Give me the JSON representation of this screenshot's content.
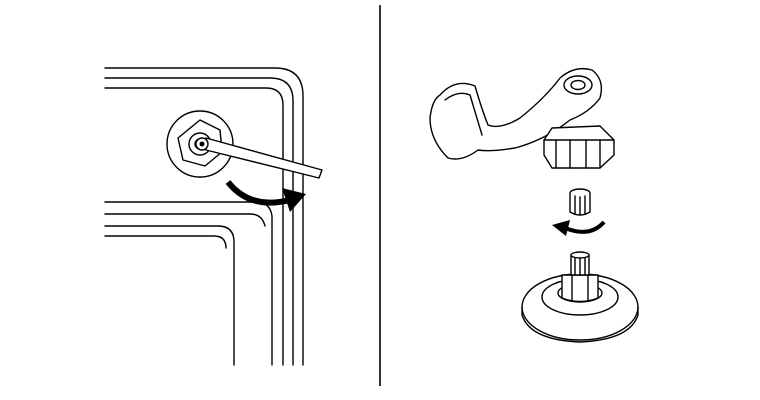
{
  "colors": {
    "line": "#000000",
    "background": "#ffffff"
  },
  "panels": [
    {
      "id": "left",
      "content": "sink-corner-with-nut-and-wrench"
    },
    {
      "id": "right",
      "content": "faucet-handle-exploded-view"
    }
  ]
}
